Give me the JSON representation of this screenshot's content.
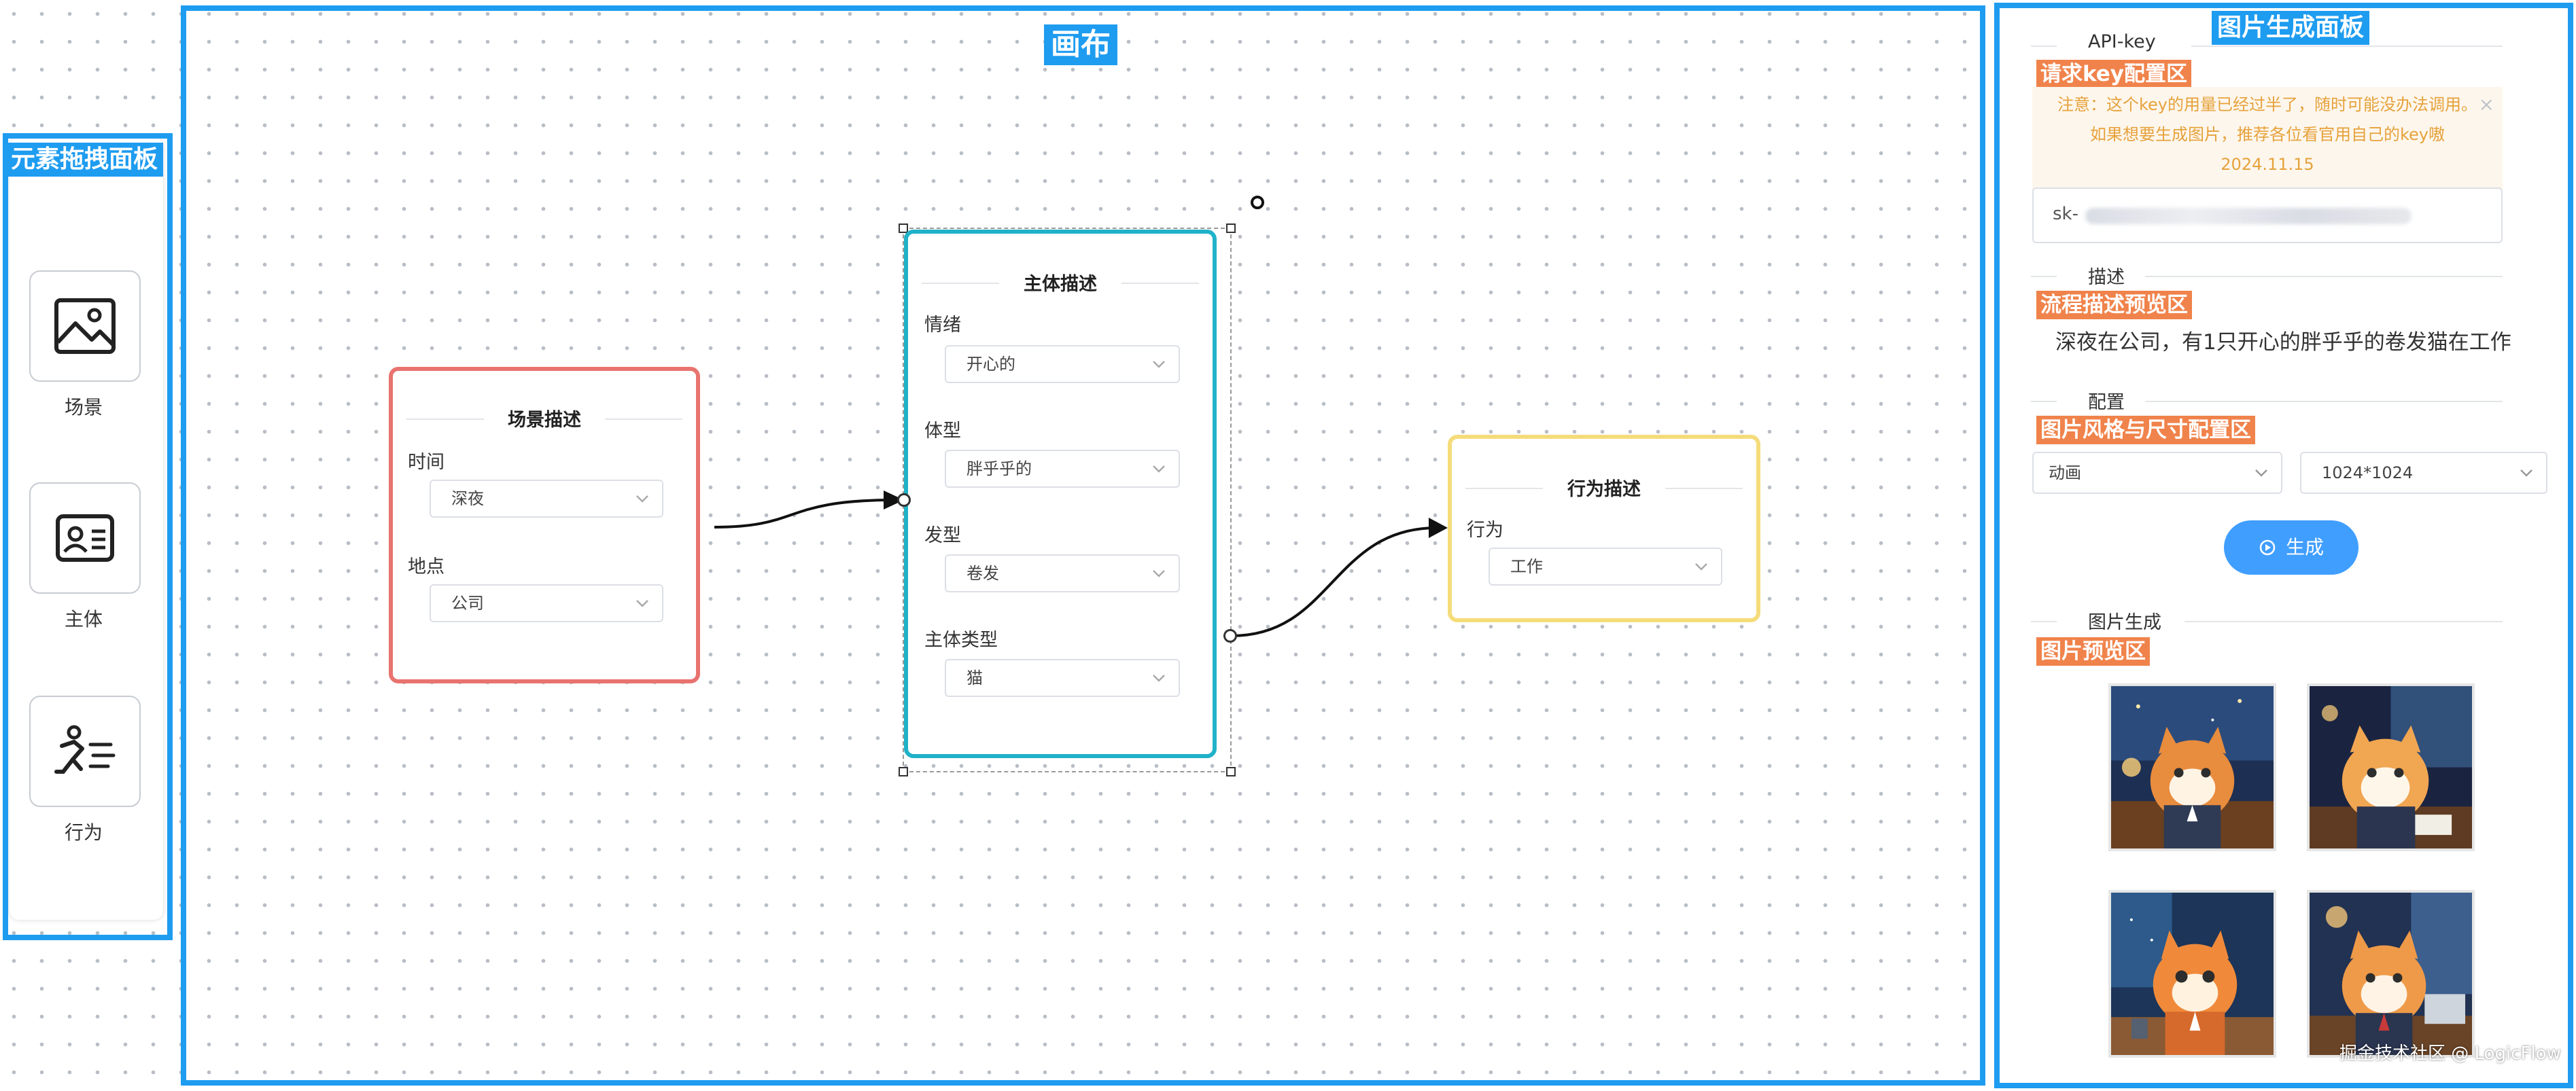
{
  "regions": {
    "palette_label": "元素拖拽面板",
    "canvas_label": "画布",
    "generate_panel_label": "图片生成面板"
  },
  "palette": {
    "items": [
      {
        "label": "场景",
        "icon": "image-icon"
      },
      {
        "label": "主体",
        "icon": "id-card-icon"
      },
      {
        "label": "行为",
        "icon": "running-person-icon"
      }
    ]
  },
  "nodes": {
    "scene": {
      "title": "场景描述",
      "fields": [
        {
          "label": "时间",
          "value": "深夜"
        },
        {
          "label": "地点",
          "value": "公司"
        }
      ]
    },
    "subject": {
      "title": "主体描述",
      "fields": [
        {
          "label": "情绪",
          "value": "开心的"
        },
        {
          "label": "体型",
          "value": "胖乎乎的"
        },
        {
          "label": "发型",
          "value": "卷发"
        },
        {
          "label": "主体类型",
          "value": "猫"
        }
      ]
    },
    "action": {
      "title": "行为描述",
      "fields": [
        {
          "label": "行为",
          "value": "工作"
        }
      ]
    }
  },
  "right_panel": {
    "api_section_title": "API-key",
    "api_section_tag": "请求key配置区",
    "notice_line1": "注意：这个key的用量已经过半了，随时可能没办法调用。",
    "notice_line2": "如果想要生成图片，推荐各位看官用自己的key嗷",
    "notice_line3": "2024.11.15",
    "api_key_prefix": "sk-",
    "desc_section_title": "描述",
    "desc_section_tag": "流程描述预览区",
    "description": "深夜在公司，有1只开心的胖乎乎的卷发猫在工作",
    "config_section_title": "配置",
    "config_section_tag": "图片风格与尺寸配置区",
    "style_value": "动画",
    "size_value": "1024*1024",
    "generate_button": "生成",
    "images_section_title": "图片生成",
    "images_section_tag": "图片预览区"
  },
  "watermark": "掘金技术社区 @ LogicFlow",
  "colors": {
    "region_outline": "#1e9cf0",
    "tag_orange": "#f0834b",
    "scene_border": "#e8736f",
    "subject_border": "#1fb2c9",
    "action_border": "#f5dc7a",
    "generate_button": "#409eff",
    "notice_text": "#e6a23c"
  }
}
